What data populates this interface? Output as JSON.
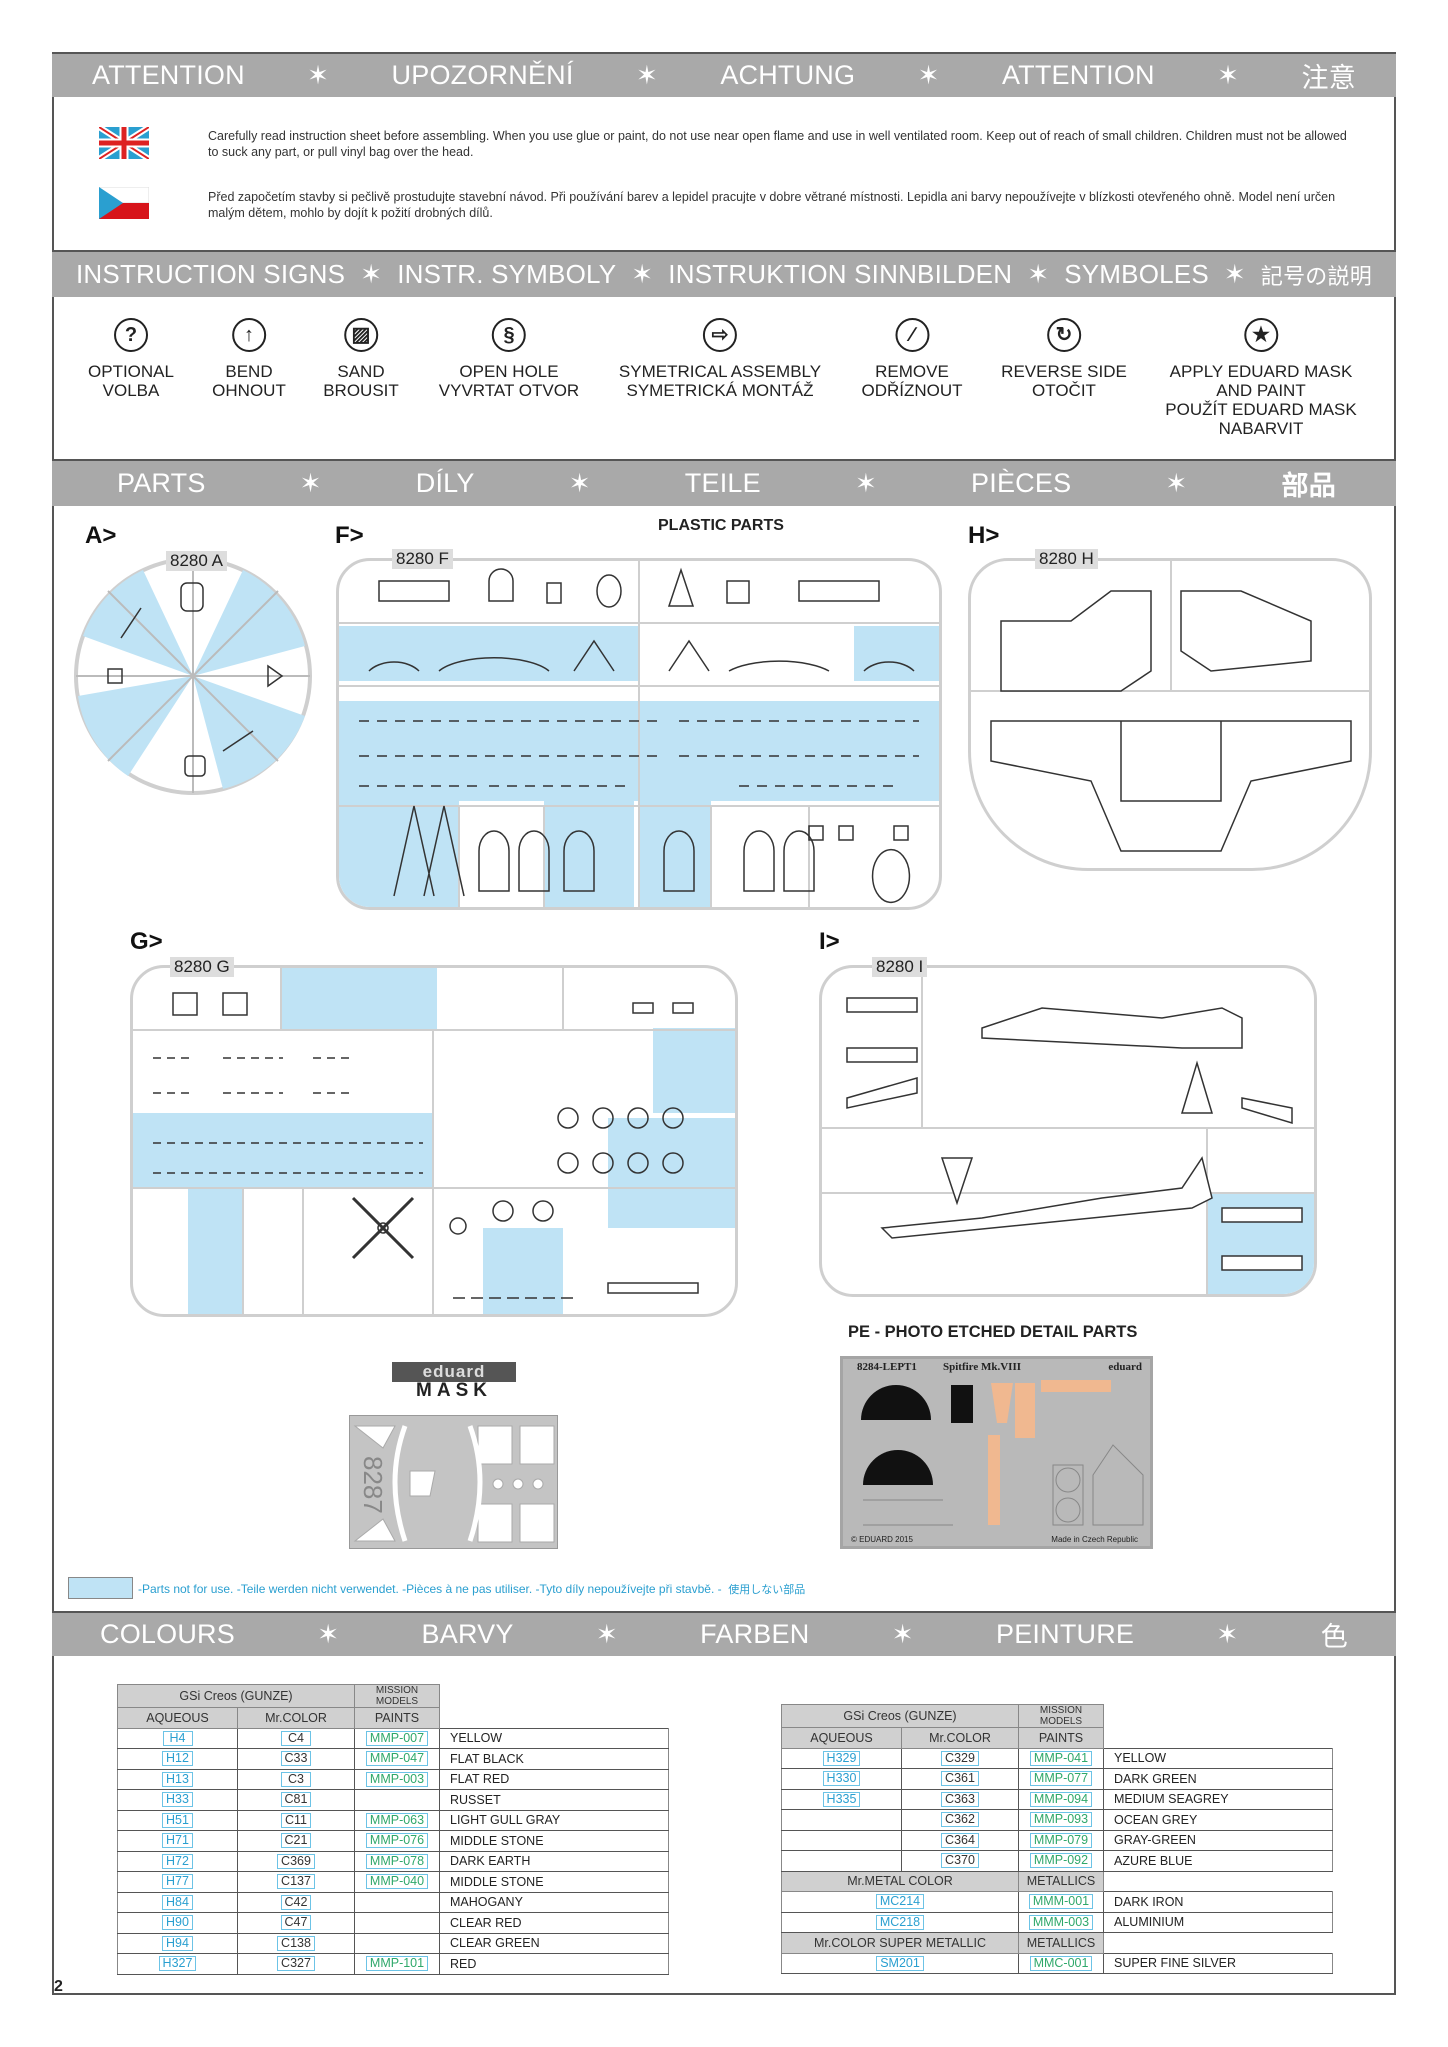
{
  "attention": {
    "header": [
      "ATTENTION",
      "UPOZORNĚNÍ",
      "ACHTUNG",
      "ATTENTION",
      "注意"
    ],
    "en_text": "Carefully read instruction sheet before assembling. When you use glue or paint, do not use near open flame and use in well ventilated room. Keep out of reach of small children. Children must not be allowed to suck any part, or pull vinyl bag over the head.",
    "cz_text": "Před započetím stavby si pečlivě prostudujte stavební návod. Při používání barev a lepidel pracujte v dobre větrané místnosti. Lepidla ani barvy nepoužívejte v blízkosti otevřeného ohně. Model není určen malým dětem, mohlo by dojít k požití drobných dílů."
  },
  "signs": {
    "header": [
      "INSTRUCTION SIGNS",
      "INSTR. SYMBOLY",
      "INSTRUKTION  SINNBILDEN",
      "SYMBOLES",
      "記号の説明"
    ],
    "items": [
      {
        "icon": "question-icon",
        "glyph": "?",
        "l1": "OPTIONAL",
        "l2": "VOLBA"
      },
      {
        "icon": "bend-icon",
        "glyph": "↑",
        "l1": "BEND",
        "l2": "OHNOUT"
      },
      {
        "icon": "sand-icon",
        "glyph": "▨",
        "l1": "SAND",
        "l2": "BROUSIT"
      },
      {
        "icon": "drill-icon",
        "glyph": "§",
        "l1": "OPEN HOLE",
        "l2": "VYVRTAT OTVOR"
      },
      {
        "icon": "symmetrical-icon",
        "glyph": "⇨",
        "l1": "SYMETRICAL ASSEMBLY",
        "l2": "SYMETRICKÁ MONTÁŽ"
      },
      {
        "icon": "knife-icon",
        "glyph": "∕",
        "l1": "REMOVE",
        "l2": "ODŘÍZNOUT"
      },
      {
        "icon": "reverse-icon",
        "glyph": "↻",
        "l1": "REVERSE SIDE",
        "l2": "OTOČIT"
      },
      {
        "icon": "mask-star-icon",
        "glyph": "★",
        "l1": "APPLY EDUARD MASK",
        "l2": "AND PAINT",
        "l3": "POUŽÍT EDUARD MASK",
        "l4": "NABARVIT"
      }
    ]
  },
  "parts": {
    "header": [
      "PARTS",
      "DÍLY",
      "TEILE",
      "PIÈCES",
      "部品"
    ],
    "plastic_title": "PLASTIC PARTS",
    "sprues": {
      "A": {
        "label": "A>",
        "tag": "8280 A"
      },
      "F": {
        "label": "F>",
        "tag": "8280 F"
      },
      "H": {
        "label": "H>",
        "tag": "8280 H"
      },
      "G": {
        "label": "G>",
        "tag": "8280 G"
      },
      "I": {
        "label": "I>",
        "tag": "8280 I"
      }
    },
    "pe_title": "PE - PHOTO ETCHED DETAIL PARTS",
    "pe_sheet": {
      "code": "8284-LEPT1",
      "name": "Spitfire Mk.VIII",
      "brand": "eduard",
      "copyright": "© EDUARD 2015",
      "origin": "Made in Czech Republic"
    },
    "mask": {
      "logo_top": "eduard",
      "logo_bottom": "MASK",
      "code": "8287"
    },
    "legend_text": "-Parts not for use. -Teile werden nicht verwendet. -Pièces à ne pas utiliser. -Tyto díly nepoužívejte při stavbě. -",
    "legend_jp": "使用しない部品",
    "colors": {
      "unused": "#bfe3f5",
      "band": "#a9a9a9"
    }
  },
  "colours": {
    "header": [
      "COLOURS",
      "BARVY",
      "FARBEN",
      "PEINTURE",
      "色"
    ],
    "table_head": {
      "group": "GSi Creos (GUNZE)",
      "mm": "MISSION MODELS",
      "cols": [
        "AQUEOUS",
        "Mr.COLOR",
        "PAINTS"
      ]
    },
    "left_rows": [
      {
        "aq": "H4",
        "mc": "C4",
        "mm": "MMP-007",
        "name": "YELLOW"
      },
      {
        "aq": "H12",
        "mc": "C33",
        "mm": "MMP-047",
        "name": "FLAT BLACK"
      },
      {
        "aq": "H13",
        "mc": "C3",
        "mm": "MMP-003",
        "name": "FLAT RED"
      },
      {
        "aq": "H33",
        "mc": "C81",
        "mm": "",
        "name": "RUSSET"
      },
      {
        "aq": "H51",
        "mc": "C11",
        "mm": "MMP-063",
        "name": "LIGHT GULL GRAY"
      },
      {
        "aq": "H71",
        "mc": "C21",
        "mm": "MMP-076",
        "name": "MIDDLE STONE"
      },
      {
        "aq": "H72",
        "mc": "C369",
        "mm": "MMP-078",
        "name": "DARK EARTH"
      },
      {
        "aq": "H77",
        "mc": "C137",
        "mm": "MMP-040",
        "name": "MIDDLE STONE"
      },
      {
        "aq": "H84",
        "mc": "C42",
        "mm": "",
        "name": "MAHOGANY"
      },
      {
        "aq": "H90",
        "mc": "C47",
        "mm": "",
        "name": "CLEAR RED"
      },
      {
        "aq": "H94",
        "mc": "C138",
        "mm": "",
        "name": "CLEAR GREEN"
      },
      {
        "aq": "H327",
        "mc": "C327",
        "mm": "MMP-101",
        "name": "RED"
      }
    ],
    "right_rows": [
      {
        "aq": "H329",
        "mc": "C329",
        "mm": "MMP-041",
        "name": "YELLOW"
      },
      {
        "aq": "H330",
        "mc": "C361",
        "mm": "MMP-077",
        "name": "DARK GREEN"
      },
      {
        "aq": "H335",
        "mc": "C363",
        "mm": "MMP-094",
        "name": "MEDIUM SEAGREY"
      },
      {
        "aq": "",
        "mc": "C362",
        "mm": "MMP-093",
        "name": "OCEAN GREY"
      },
      {
        "aq": "",
        "mc": "C364",
        "mm": "MMP-079",
        "name": "GRAY-GREEN"
      },
      {
        "aq": "",
        "mc": "C370",
        "mm": "MMP-092",
        "name": "AZURE BLUE"
      },
      {
        "section": "Mr.METAL COLOR",
        "section_mm": "METALLICS"
      },
      {
        "code": "MC214",
        "mm": "MMM-001",
        "name": "DARK IRON"
      },
      {
        "code": "MC218",
        "mm": "MMM-003",
        "name": "ALUMINIUM"
      },
      {
        "section": "Mr.COLOR SUPER METALLIC",
        "section_mm": "METALLICS"
      },
      {
        "code": "SM201",
        "mm": "MMC-001",
        "name": "SUPER FINE SILVER"
      }
    ]
  },
  "page_number": "2"
}
